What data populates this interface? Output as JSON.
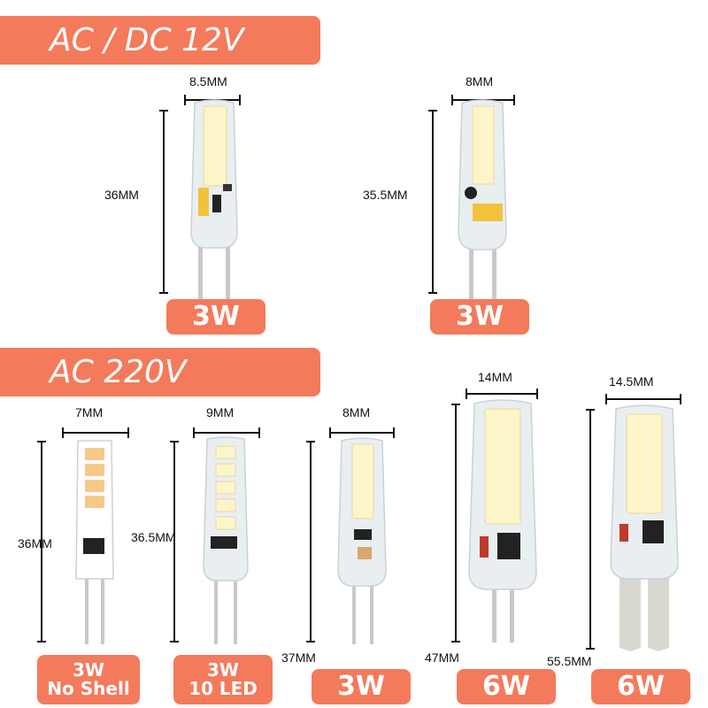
{
  "sections": {
    "dc": {
      "title": "AC / DC 12V"
    },
    "ac": {
      "title": "AC 220V"
    }
  },
  "products": [
    {
      "width": "8.5MM",
      "height": "36MM",
      "badge": [
        "3W"
      ]
    },
    {
      "width": "8MM",
      "height": "35.5MM",
      "badge": [
        "3W"
      ]
    },
    {
      "width": "7MM",
      "height": "36MM",
      "badge": [
        "3W",
        "No Shell"
      ]
    },
    {
      "width": "9MM",
      "height": "36.5MM",
      "badge": [
        "3W",
        "10 LED"
      ]
    },
    {
      "width": "8MM",
      "height": "37MM",
      "badge": [
        "3W"
      ]
    },
    {
      "width": "14MM",
      "height": "47MM",
      "badge": [
        "6W"
      ]
    },
    {
      "width": "14.5MM",
      "height": "55.5MM",
      "badge": [
        "6W"
      ]
    }
  ],
  "colors": {
    "accent": "#f47a5c",
    "led": "#fbf5c9",
    "shell": "#e9eef1",
    "pin": "#c9c9c9"
  },
  "icons": [
    "led-bulb-icon"
  ]
}
